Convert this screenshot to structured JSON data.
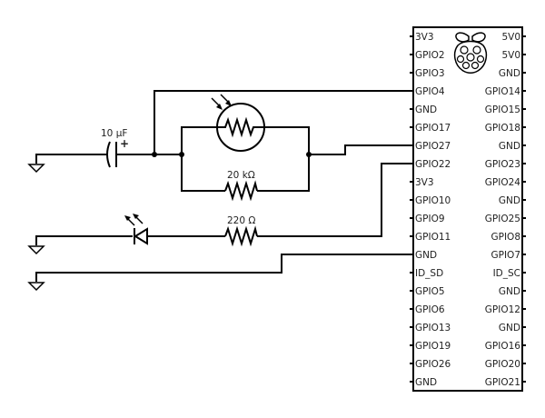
{
  "components": {
    "capacitor_label": "10 µF",
    "capacitor_polarity": "+",
    "resistor_1_label": "20 kΩ",
    "resistor_2_label": "220 Ω"
  },
  "header": {
    "left_pins": [
      "3V3",
      "GPIO2",
      "GPIO3",
      "GPIO4",
      "GND",
      "GPIO17",
      "GPIO27",
      "GPIO22",
      "3V3",
      "GPIO10",
      "GPIO9",
      "GPIO11",
      "GND",
      "ID_SD",
      "GPIO5",
      "GPIO6",
      "GPIO13",
      "GPIO19",
      "GPIO26",
      "GND"
    ],
    "right_pins": [
      "5V0",
      "5V0",
      "GND",
      "GPIO14",
      "GPIO15",
      "GPIO18",
      "GND",
      "GPIO23",
      "GPIO24",
      "GND",
      "GPIO25",
      "GPIO8",
      "GPIO7",
      "ID_SC",
      "GND",
      "GPIO12",
      "GND",
      "GPIO16",
      "GPIO20",
      "GPIO21"
    ]
  },
  "colors": {
    "line": "#000000",
    "text": "#222222",
    "background": "#ffffff"
  },
  "icons": {
    "board_logo": "raspberry-pi-logo-icon"
  }
}
